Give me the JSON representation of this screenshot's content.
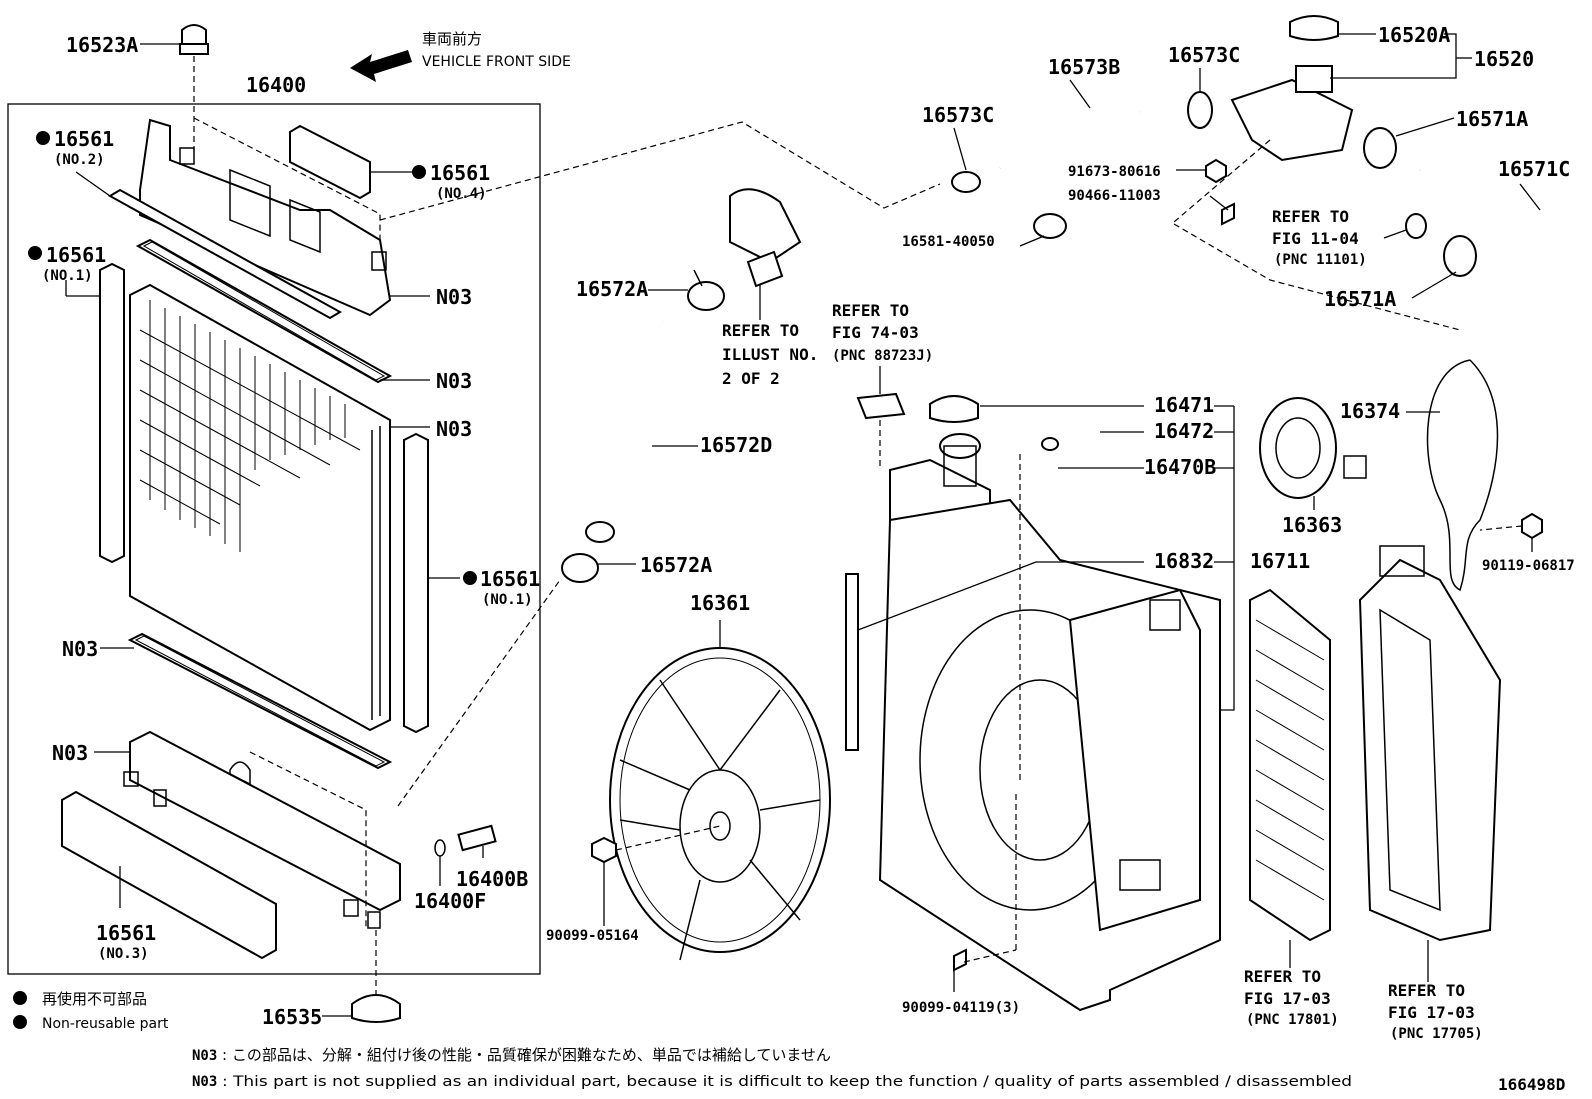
{
  "front_side": {
    "jp": "車両前方",
    "en": "VEHICLE FRONT SIDE"
  },
  "labels": {
    "p16523A": "16523A",
    "p16400": "16400",
    "p16561_no2": "16561",
    "no2": "(NO.2)",
    "p16561_no4": "16561",
    "no4": "(NO.4)",
    "p16561_no1_left": "16561",
    "no1_left": "(NO.1)",
    "p16561_no1_right": "16561",
    "no1_right": "(NO.1)",
    "n03_a": "N03",
    "n03_b": "N03",
    "n03_c": "N03",
    "n03_d": "N03",
    "n03_e": "N03",
    "p16561_no3": "16561",
    "no3": "(NO.3)",
    "p16400B": "16400B",
    "p16400F": "16400F",
    "p16535": "16535",
    "p16572A_top": "16572A",
    "p16572D": "16572D",
    "p16572A_bot": "16572A",
    "p16361": "16361",
    "p90099_05164": "90099-05164",
    "p16573C_left": "16573C",
    "p16573B": "16573B",
    "p16573C_right": "16573C",
    "p16520A": "16520A",
    "p16520": "16520",
    "p16571A_top": "16571A",
    "p16571C": "16571C",
    "p16571A_bot": "16571A",
    "p91673": "91673-80616",
    "p90466": "90466-11003",
    "p16581": "16581-40050",
    "p16471": "16471",
    "p16472": "16472",
    "p16470B": "16470B",
    "p16832": "16832",
    "p16711": "16711",
    "p16363": "16363",
    "p16374": "16374",
    "p90119": "90119-06817",
    "p90099_04119": "90099-04119(3)"
  },
  "refs": {
    "illust": [
      "REFER TO",
      "ILLUST NO.",
      "2 OF 2"
    ],
    "fig7403": [
      "REFER TO",
      "FIG 74-03",
      "(PNC 88723J)"
    ],
    "fig1104": [
      "REFER TO",
      "FIG 11-04",
      "(PNC 11101)"
    ],
    "fig1703a": [
      "REFER TO",
      "FIG 17-03",
      "(PNC 17801)"
    ],
    "fig1703b": [
      "REFER TO",
      "FIG 17-03",
      "(PNC 17705)"
    ]
  },
  "legend": {
    "jp": "再使用不可部品",
    "en": "Non-reusable part"
  },
  "notes": {
    "n03_jp_key": "N03",
    "n03_jp": ": この部品は、分解・組付け後の性能・品質確保が困難なため、単品では補給していません",
    "n03_en_key": "N03",
    "n03_en": ": This part is not supplied as an individual part, because it is difficult to keep the function / quality of parts assembled / disassembled"
  },
  "figure_id": "166498D"
}
